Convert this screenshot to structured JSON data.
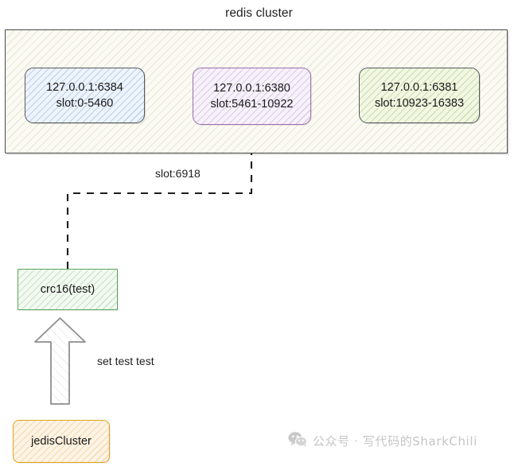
{
  "diagram": {
    "title": "redis cluster",
    "type": "architecture-flow"
  },
  "cluster": {
    "label": "redis cluster",
    "nodes": [
      {
        "id": "node-6384",
        "address": "127.0.0.1:6384",
        "slots": "slot:0-5460",
        "border_color": "#555a5e",
        "fill_color": "#eef4fb",
        "hatch_color": "#78a5d7"
      },
      {
        "id": "node-6380",
        "address": "127.0.0.1:6380",
        "slots": "slot:5461-10922",
        "border_color": "#9a6fb0",
        "fill_color": "#f7f2fa",
        "hatch_color": "#a06ebe"
      },
      {
        "id": "node-6381",
        "address": "127.0.0.1:6381",
        "slots": "slot:10923-16383",
        "border_color": "#555a5e",
        "fill_color": "#f2f7e4",
        "hatch_color": "#8cb950"
      }
    ],
    "container_border_color": "#4a4a4a",
    "container_fill_color": "#fbfaf3"
  },
  "flow": {
    "crc_box": {
      "label": "crc16(test)",
      "border_color": "#5aa45a",
      "fill_color": "#f3faf2"
    },
    "client_box": {
      "label": "jedisCluster",
      "border_color": "#e0a11c",
      "fill_color": "#fdf4e6"
    },
    "edges": [
      {
        "id": "crc-to-node6380",
        "label": "slot:6918",
        "style": "dashed",
        "arrow": "up",
        "from": "crc16(test)",
        "to": "127.0.0.1:6380"
      },
      {
        "id": "client-to-crc",
        "label": "set test test",
        "style": "block-arrow",
        "arrow": "up",
        "from": "jedisCluster",
        "to": "crc16(test)"
      }
    ]
  },
  "watermark": {
    "icon": "wechat-icon",
    "text": "公众号 · 写代码的SharkChili",
    "color": "#c5c5c5"
  }
}
